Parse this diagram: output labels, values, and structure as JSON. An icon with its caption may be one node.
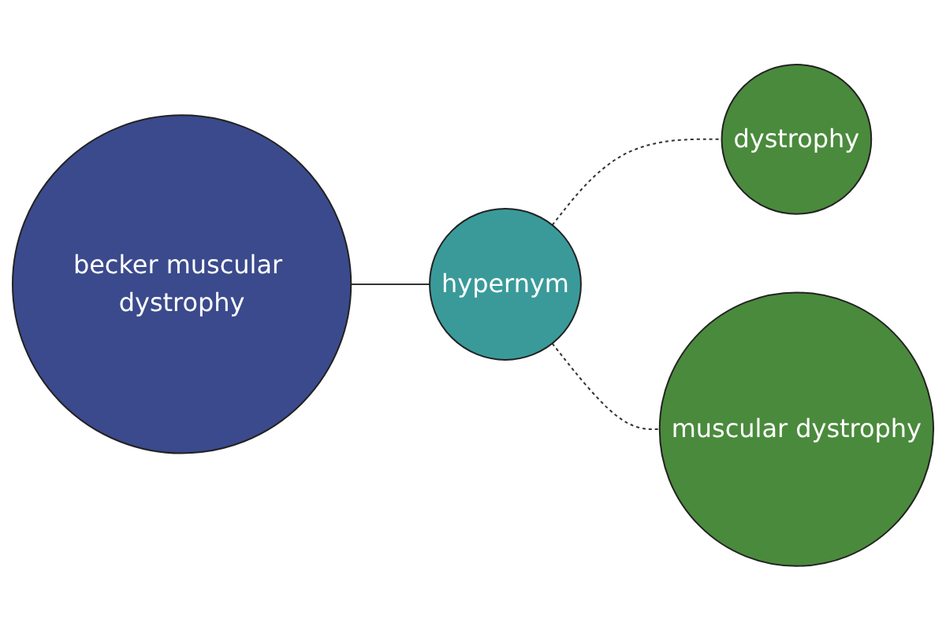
{
  "diagram": {
    "nodes": [
      {
        "text": [
          "becker muscular dystrophy"
        ]
      },
      {
        "text": [
          "hypernym"
        ]
      },
      {
        "text": [
          "dystrophy"
        ]
      },
      {
        "text": [
          "muscular dystrophy"
        ]
      }
    ],
    "edges": [
      {
        "from": 0,
        "to": 1,
        "arrow": "none"
      },
      {
        "from": 1,
        "to": 2,
        "arrow": "none",
        "style": "dashed"
      },
      {
        "from": 1,
        "to": 3,
        "arrow": "none",
        "style": "dashed"
      }
    ]
  }
}
